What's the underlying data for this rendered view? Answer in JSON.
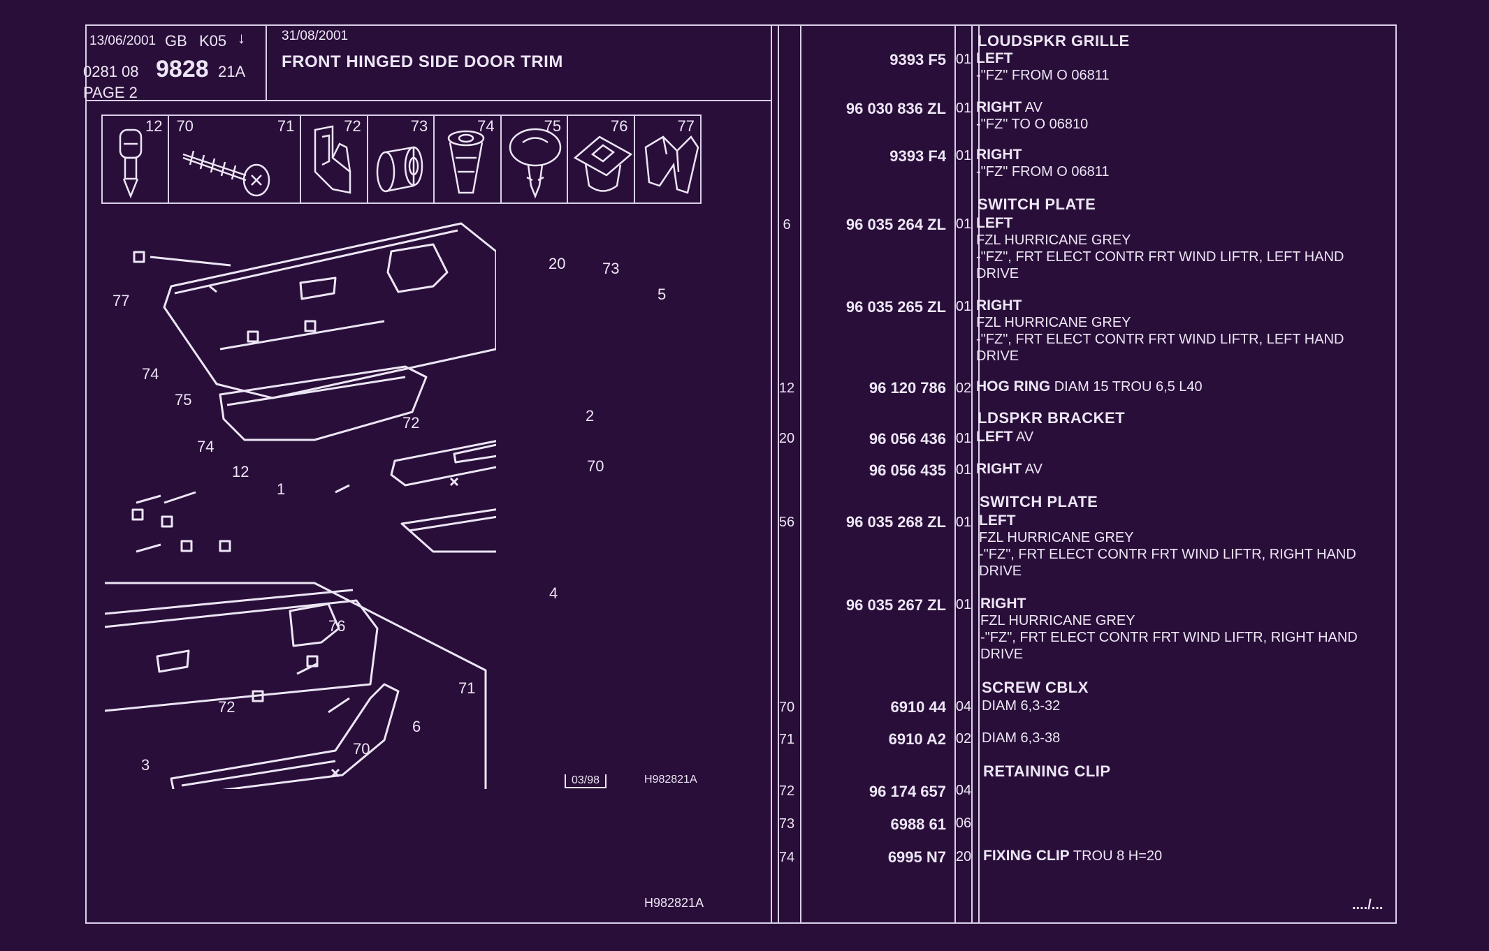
{
  "header": {
    "date1": "13/06/2001",
    "country": "GB",
    "code": "K05",
    "arrow": "↓",
    "prefix": "0281 08",
    "number": "9828",
    "suffix": "21A",
    "page": "PAGE 2",
    "date2": "31/08/2001",
    "title": "FRONT HINGED SIDE DOOR TRIM"
  },
  "icon_strip": [
    {
      "num": "12",
      "icon": "hog-ring-icon"
    },
    {
      "num": "70",
      "icon": "screw-icon"
    },
    {
      "num": "71",
      "icon": "screw-icon"
    },
    {
      "num": "72",
      "icon": "retaining-clip-icon"
    },
    {
      "num": "73",
      "icon": "clip-icon"
    },
    {
      "num": "74",
      "icon": "fixing-clip-icon"
    },
    {
      "num": "75",
      "icon": "push-clip-icon"
    },
    {
      "num": "76",
      "icon": "grommet-icon"
    },
    {
      "num": "77",
      "icon": "spring-clip-icon"
    }
  ],
  "diagram": {
    "labels": [
      "77",
      "20",
      "73",
      "5",
      "74",
      "75",
      "72",
      "2",
      "74",
      "12",
      "1",
      "70",
      "4",
      "76",
      "71",
      "6",
      "72",
      "3",
      "70"
    ],
    "box_code": "03/98",
    "ref_code": "H982821A",
    "footer_code": "H982821A"
  },
  "parts": {
    "heads": [
      "LOUDSPKR GRILLE",
      "SWITCH PLATE",
      "LDSPKR BRACKET",
      "SWITCH PLATE",
      "SCREW CBLX",
      "RETAINING CLIP"
    ],
    "rows": [
      {
        "ref": "",
        "pn": "9393 F5",
        "qty": "01",
        "d1b": "LEFT",
        "d1": "",
        "lines": [
          "-\"FZ\" FROM O 06811"
        ]
      },
      {
        "ref": "",
        "pn": "96 030 836 ZL",
        "qty": "01",
        "d1b": "RIGHT",
        "d1": " AV",
        "lines": [
          "-\"FZ\" TO O 06810"
        ]
      },
      {
        "ref": "",
        "pn": "9393 F4",
        "qty": "01",
        "d1b": "RIGHT",
        "d1": "",
        "lines": [
          "-\"FZ\" FROM O 06811"
        ]
      },
      {
        "ref": "6",
        "pn": "96 035 264 ZL",
        "qty": "01",
        "d1b": "LEFT",
        "d1": "",
        "lines": [
          "FZL HURRICANE GREY",
          "-\"FZ\", FRT ELECT CONTR FRT WIND LIFTR, LEFT HAND",
          "DRIVE"
        ]
      },
      {
        "ref": "",
        "pn": "96 035 265 ZL",
        "qty": "01",
        "d1b": "RIGHT",
        "d1": "",
        "lines": [
          "FZL HURRICANE GREY",
          "-\"FZ\", FRT ELECT CONTR FRT WIND LIFTR, LEFT HAND",
          "DRIVE"
        ]
      },
      {
        "ref": "12",
        "pn": "96 120 786",
        "qty": "02",
        "d1b": "HOG RING",
        "d1": " DIAM 15 TROU 6,5 L40",
        "lines": []
      },
      {
        "ref": "20",
        "pn": "96 056 436",
        "qty": "01",
        "d1b": "LEFT",
        "d1": " AV",
        "lines": []
      },
      {
        "ref": "",
        "pn": "96 056 435",
        "qty": "01",
        "d1b": "RIGHT",
        "d1": " AV",
        "lines": []
      },
      {
        "ref": "56",
        "pn": "96 035 268 ZL",
        "qty": "01",
        "d1b": "LEFT",
        "d1": "",
        "lines": [
          "FZL HURRICANE GREY",
          "-\"FZ\", FRT ELECT CONTR FRT WIND LIFTR, RIGHT HAND",
          "DRIVE"
        ]
      },
      {
        "ref": "",
        "pn": "96 035 267 ZL",
        "qty": "01",
        "d1b": "RIGHT",
        "d1": "",
        "lines": [
          "FZL HURRICANE GREY",
          "-\"FZ\", FRT ELECT CONTR FRT WIND LIFTR, RIGHT HAND",
          "DRIVE"
        ]
      },
      {
        "ref": "70",
        "pn": "6910 44",
        "qty": "04",
        "d1b": "",
        "d1": "DIAM 6,3-32",
        "lines": []
      },
      {
        "ref": "71",
        "pn": "6910 A2",
        "qty": "02",
        "d1b": "",
        "d1": "DIAM 6,3-38",
        "lines": []
      },
      {
        "ref": "72",
        "pn": "96 174 657",
        "qty": "04",
        "d1b": "",
        "d1": "",
        "lines": []
      },
      {
        "ref": "73",
        "pn": "6988 61",
        "qty": "06",
        "d1b": "",
        "d1": "",
        "lines": []
      },
      {
        "ref": "74",
        "pn": "6995 N7",
        "qty": "20",
        "d1b": "FIXING CLIP",
        "d1": " TROU 8 H=20",
        "lines": []
      }
    ],
    "continued": "..../..."
  },
  "colors": {
    "background": "#2a0e3a",
    "ink": "#ece6f4"
  }
}
